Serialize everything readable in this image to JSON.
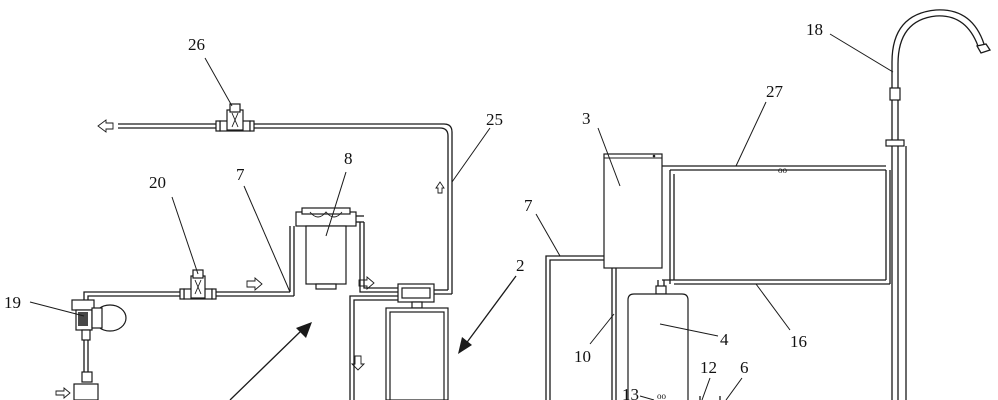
{
  "figure": {
    "type": "patent-schematic",
    "left_system_labels": [
      "26",
      "25",
      "20",
      "7",
      "8",
      "19",
      "2"
    ],
    "right_system_labels": [
      "18",
      "27",
      "3",
      "7",
      "16",
      "10",
      "4",
      "12",
      "6",
      "13"
    ]
  },
  "labels": {
    "l26": "26",
    "l25": "25",
    "l20": "20",
    "l7a": "7",
    "l8": "8",
    "l19": "19",
    "l2": "2",
    "l18": "18",
    "l27": "27",
    "l3": "3",
    "l7b": "7",
    "l16": "16",
    "l10": "10",
    "l4": "4",
    "l12": "12",
    "l6": "6",
    "l13": "13"
  },
  "icons": {
    "flow_arrow": "hollow-arrow-icon",
    "pointer_arrow": "solid-arrow-icon",
    "faucet": "faucet-icon"
  }
}
